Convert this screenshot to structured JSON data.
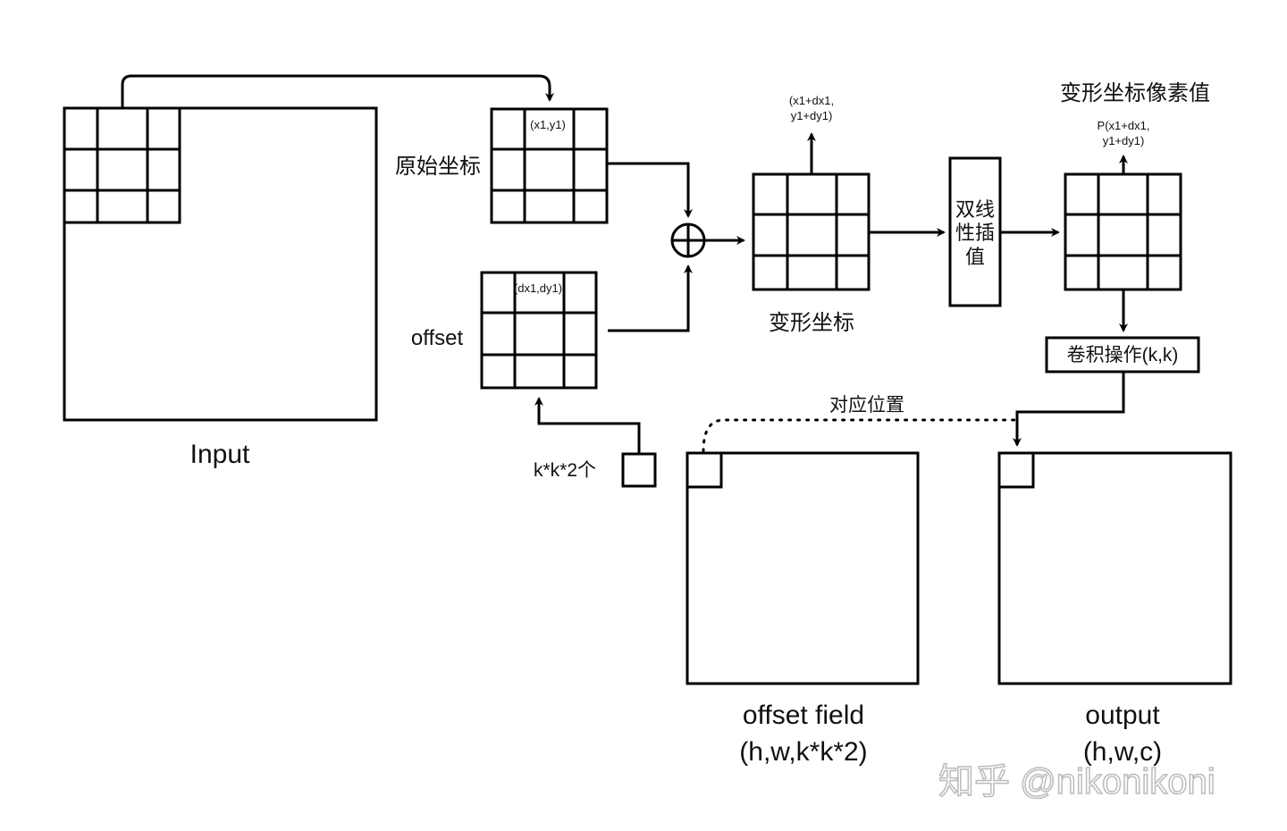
{
  "labels": {
    "input": "Input",
    "original_coords": "原始坐标",
    "original_cell": "(x1,y1)",
    "offset": "offset",
    "offset_cell": "(dx1,dy1)",
    "offset_count": "k*k*2个",
    "deformed_coords": "变形坐标",
    "deformed_point_line1": "(x1+dx1,",
    "deformed_point_line2": "y1+dy1)",
    "bilinear_line1": "双线",
    "bilinear_line2": "性插",
    "bilinear_line3": "值",
    "pixel_values_title": "变形坐标像素值",
    "pixel_point_line1": "P(x1+dx1,",
    "pixel_point_line2": "y1+dy1)",
    "conv_op": "卷积操作(k,k)",
    "correspondence": "对应位置",
    "offset_field": "offset field",
    "offset_field_shape": "(h,w,k*k*2)",
    "output": "output",
    "output_shape": "(h,w,c)"
  },
  "watermark": "知乎 @nikonikoni"
}
